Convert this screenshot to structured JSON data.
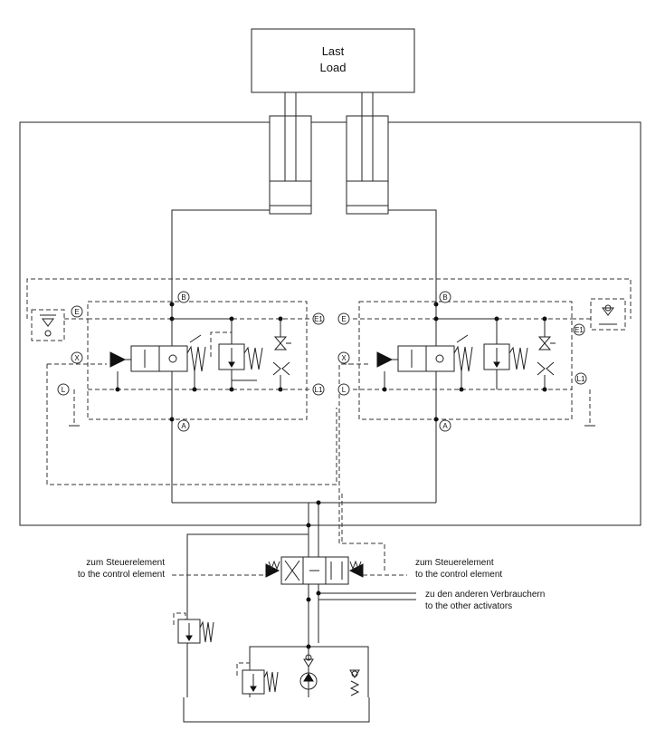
{
  "load": {
    "line1": "Last",
    "line2": "Load"
  },
  "valve_ports": {
    "B": "B",
    "A": "A",
    "E": "E",
    "E1": "E1",
    "X": "X",
    "L": "L",
    "L1": "L1"
  },
  "annotations": {
    "left_control": {
      "de": "zum Steuerelement",
      "en": "to the control element"
    },
    "right_control": {
      "de": "zum Steuerelement",
      "en": "to the control element"
    },
    "other_consumers": {
      "de": "zu den anderen Verbrauchern",
      "en": "to the other activators"
    }
  },
  "colors": {
    "line": "#222222",
    "fill_dark": "#111111",
    "background": "#ffffff"
  }
}
